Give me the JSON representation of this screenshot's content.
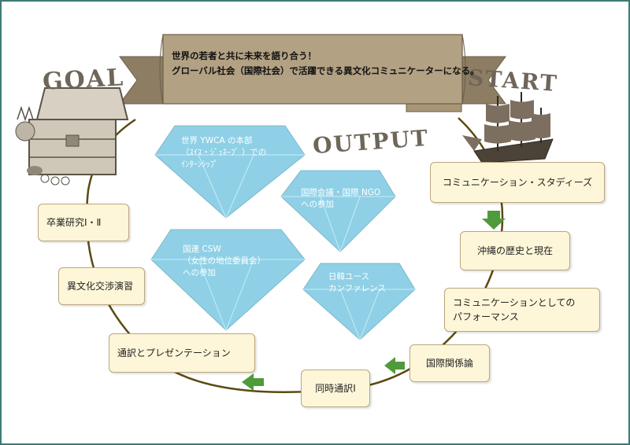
{
  "banner": {
    "line1": "世界の若者と共に未来を語り合う！",
    "line2": "グローバル社会（国際社会）で活躍できる異文化コミュニケーターになる。"
  },
  "words": {
    "goal": "GOAL",
    "start": "START",
    "output": "OUTPUT"
  },
  "steps": [
    "コミュニケーション・スタディーズ",
    "沖縄の歴史と現在",
    "コミュニケーションとしての\nパフォーマンス",
    "国際関係論",
    "同時通訳Ⅰ",
    "通訳とプレゼンテーション",
    "異文化交渉演習",
    "卒業研究Ⅰ・Ⅱ"
  ],
  "outputs": [
    "世界 YWCA の本部\n（ｽｲｽ・ｼﾞｭﾈｰﾌﾞ ）での\nｲﾝﾀｰﾝｼｯﾌﾟ",
    "国際会議・国際 NGO\nへの参加",
    "国連 CSW\n（女性の地位委員会）\nへの参加",
    "日韓ユース\nカンファレンス"
  ],
  "colors": {
    "frame": "#3d7a72",
    "arrow": "#4f9a3a",
    "diamond": "#8fd0e6",
    "banner": "#b3a184",
    "path": "#5a4a12"
  }
}
